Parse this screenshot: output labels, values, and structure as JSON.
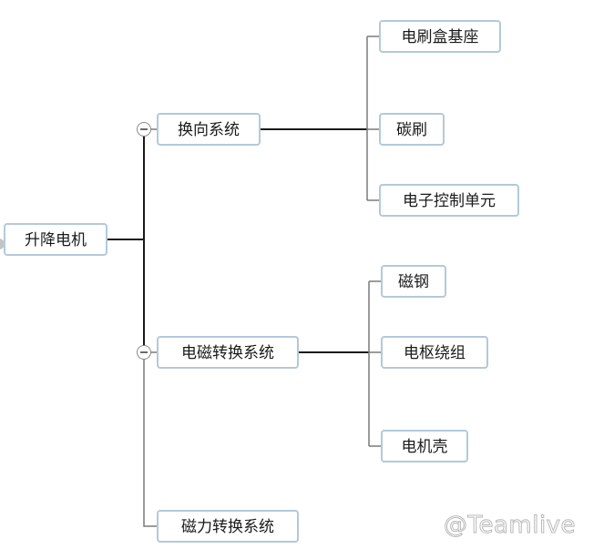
{
  "mindmap": {
    "root": {
      "label": "升降电机",
      "children": [
        {
          "label": "换向系统",
          "collapsed": false,
          "children": [
            {
              "label": "电刷盒基座"
            },
            {
              "label": "碳刷"
            },
            {
              "label": "电子控制单元"
            }
          ]
        },
        {
          "label": "电磁转换系统",
          "collapsed": false,
          "children": [
            {
              "label": "磁钢"
            },
            {
              "label": "电枢绕组"
            },
            {
              "label": "电机壳"
            }
          ]
        },
        {
          "label": "磁力转换系统"
        }
      ]
    }
  },
  "colors": {
    "node_border": "#b3c9da",
    "link_main": "#1a1a1a",
    "link_secondary": "#7a7a7a"
  },
  "watermark": "@Teamlive"
}
